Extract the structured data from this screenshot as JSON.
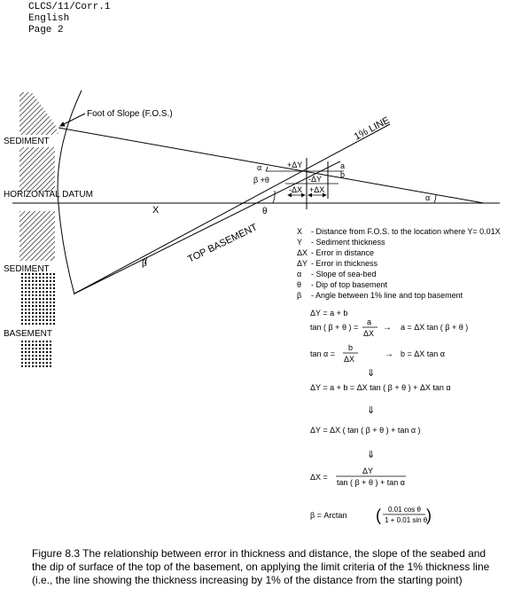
{
  "header": {
    "doc_code": "CLCS/11/Corr.1",
    "language": "English",
    "page": "Page 2"
  },
  "figure": {
    "labels": {
      "foot_of_slope": "Foot of Slope (F.O.S.)",
      "sediment_top": "SEDIMENT",
      "horizontal_datum": "HORIZONTAL DATUM",
      "sediment_bottom": "SEDIMENT",
      "basement": "BASEMENT",
      "one_percent_line": "1% LINE",
      "top_basement": "TOP BASEMENT",
      "x": "X",
      "theta": "θ",
      "beta": "β",
      "alpha_top": "α",
      "alpha_right": "α",
      "beta_theta": "β +θ",
      "plus_dy": "+ΔY",
      "minus_dy": "-ΔY",
      "minus_dx": "-ΔX",
      "plus_dx": "+ΔX",
      "a": "a",
      "b": "b"
    },
    "legend": [
      {
        "sym": "X",
        "desc": "-  Distance from F.O.S. to the location where Y= 0.01X"
      },
      {
        "sym": "Y",
        "desc": "-  Sediment thickness"
      },
      {
        "sym": "ΔX",
        "desc": "-  Error in distance"
      },
      {
        "sym": "ΔY",
        "desc": "-  Error in thickness"
      },
      {
        "sym": "α",
        "desc": "-  Slope of sea-bed"
      },
      {
        "sym": "θ",
        "desc": "-  Dip of top basement"
      },
      {
        "sym": "β",
        "desc": "-  Angle between 1% line and top basement"
      }
    ],
    "equations": {
      "eq1": "ΔY = a + b",
      "eq2_lhs": "tan ( β + θ ) =",
      "eq2_num": "a",
      "eq2_den": "ΔX",
      "eq2_rhs": "a = ΔX tan ( β + θ )",
      "eq3_lhs": "tan α =",
      "eq3_num": "b",
      "eq3_den": "ΔX",
      "eq3_rhs": "b = ΔX tan α",
      "arrow": "→",
      "down": "⇓",
      "eq4": "ΔY = a + b = ΔX tan ( β + θ ) + ΔX tan α",
      "eq5": "ΔY = ΔX ( tan ( β + θ ) + tan α )",
      "eq6_lhs": "ΔX =",
      "eq6_num": "ΔY",
      "eq6_den": "tan ( β + θ ) + tan α",
      "eq7_lhs": "β  = Arctan",
      "eq7_num": "0.01  cos θ",
      "eq7_den": "1 + 0.01 sin θ"
    }
  },
  "caption": "Figure 8.3  The relationship between error in thickness and distance, the slope of the seabed and the dip of surface of the top of the basement, on applying the limit criteria of the 1% thickness line (i.e., the line showing the thickness increasing by 1% of the distance from the starting point)"
}
